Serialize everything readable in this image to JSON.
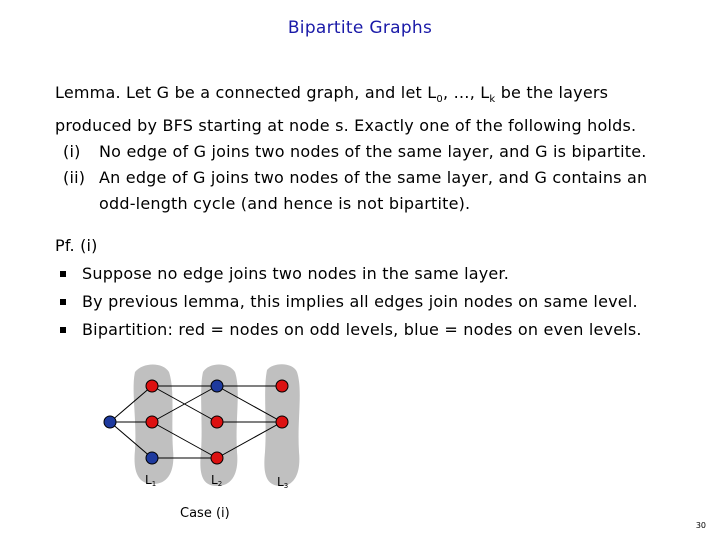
{
  "slide": {
    "title": "Bipartite Graphs",
    "lemma": {
      "label": "Lemma.",
      "line1_a": "Let G be a connected graph, and let L",
      "sub0": "0",
      "line1_b": ", …, L",
      "subk": "k",
      "line1_c": " be the layers",
      "line2": "produced by BFS starting at node s.  Exactly one of the following holds.",
      "case1_label": "(i)",
      "case1_text": "No edge of G joins two nodes of the same layer, and G is bipartite.",
      "case2_label": "(ii)",
      "case2_text": "An edge of G joins two nodes of the same layer, and G contains an",
      "case2_cont": "odd-length cycle (and hence is not bipartite)."
    },
    "proof": {
      "label": "Pf.  (i)",
      "bullets": [
        "Suppose no edge joins two nodes in the same layer.",
        "By previous lemma, this implies all edges join nodes on same level.",
        "Bipartition:  red = nodes on odd levels, blue = nodes on even levels."
      ]
    },
    "figure": {
      "layer_labels": [
        {
          "base": "L",
          "sub": "1"
        },
        {
          "base": "L",
          "sub": "2"
        },
        {
          "base": "L",
          "sub": "3"
        }
      ],
      "caption": "Case (i)",
      "colors": {
        "red": "#dd1111",
        "blue": "#1e3a9e",
        "layer": "#c0c0c0",
        "edge": "#000000"
      }
    },
    "page_number": "30"
  }
}
